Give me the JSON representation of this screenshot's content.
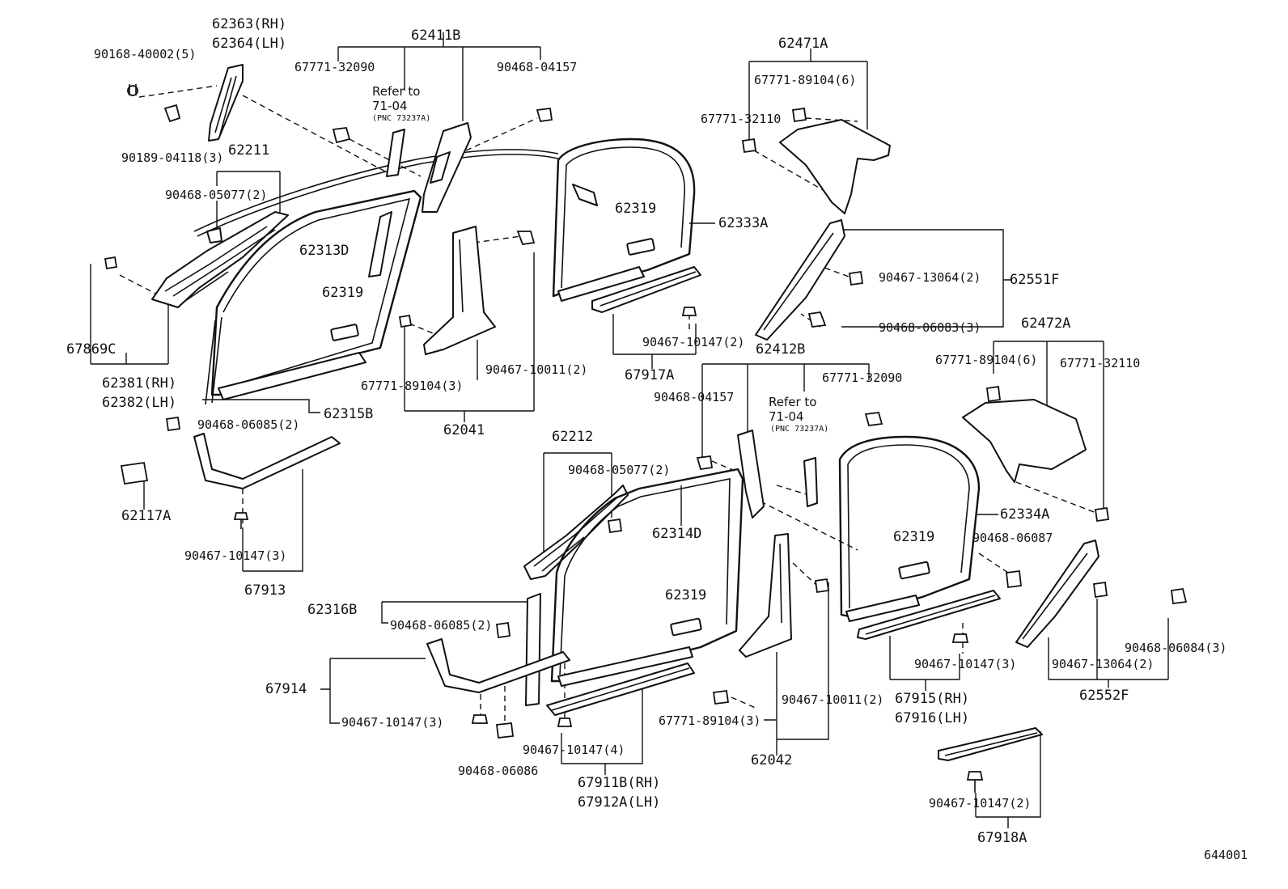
{
  "diagram_id": "644001",
  "refer_text": "Refer to",
  "refer_page": "71-04",
  "refer_pnc": "(PNC 73237A)",
  "labels": {
    "p62363": "62363(RH)",
    "p62364": "62364(LH)",
    "p90168": "90168-40002(5)",
    "p62411B": "62411B",
    "p67771_32090_a": "67771-32090",
    "p90468_04157_a": "90468-04157",
    "p90189": "90189-04118(3)",
    "p62211": "62211",
    "p90468_05077_a": "90468-05077(2)",
    "p62313D": "62313D",
    "p62319_a": "62319",
    "p67869C": "67869C",
    "p62381": "62381(RH)",
    "p62382": "62382(LH)",
    "p90468_06085_a": "90468-06085(2)",
    "p62315B": "62315B",
    "p62117A": "62117A",
    "p90467_10147_a": "90467-10147(3)",
    "p67913": "67913",
    "p62041": "62041",
    "p67771_89104_a": "67771-89104(3)",
    "p90467_10011_a": "90467-10011(2)",
    "p62319_b": "62319",
    "p62333A": "62333A",
    "p67917A": "67917A",
    "p90467_10147_b": "90467-10147(2)",
    "p62471A": "62471A",
    "p67771_89104_b": "67771-89104(6)",
    "p67771_32110_a": "67771-32110",
    "p90467_13064_a": "90467-13064(2)",
    "p62551F": "62551F",
    "p90468_06083": "90468-06083(3)",
    "p62412B": "62412B",
    "p90468_04157_b": "90468-04157",
    "p67771_32090_b": "67771-32090",
    "p62472A": "62472A",
    "p67771_89104_c": "67771-89104(6)",
    "p67771_32110_b": "67771-32110",
    "p62212": "62212",
    "p90468_05077_b": "90468-05077(2)",
    "p62314D": "62314D",
    "p62319_c": "62319",
    "p62334A": "62334A",
    "p90468_06087": "90468-06087",
    "p62319_d": "62319",
    "p62316B": "62316B",
    "p90468_06085_b": "90468-06085(2)",
    "p67914": "67914",
    "p90467_10147_c": "90467-10147(3)",
    "p90468_06086": "90468-06086",
    "p90467_10147_d": "90467-10147(4)",
    "p67911B": "67911B(RH)",
    "p67912A": "67912A(LH)",
    "p90467_10011_b": "90467-10011(2)",
    "p67771_89104_d": "67771-89104(3)",
    "p62042": "62042",
    "p90467_10147_e": "90467-10147(3)",
    "p67915": "67915(RH)",
    "p67916": "67916(LH)",
    "p90467_13064_b": "90467-13064(2)",
    "p62552F": "62552F",
    "p90468_06084": "90468-06084(3)",
    "p90467_10147_f": "90467-10147(2)",
    "p67918A": "67918A"
  }
}
